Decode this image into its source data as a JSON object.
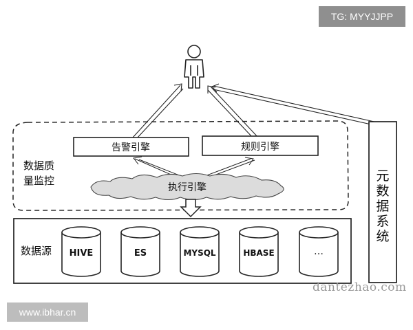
{
  "watermarks": {
    "tg": "TG: MYYJJPP",
    "site": "www.ibhar.cn",
    "author": "dantezhao.com"
  },
  "quality_monitor": {
    "label_line1": "数据质",
    "label_line2": "量监控",
    "alert_engine": "告警引擎",
    "rule_engine": "规则引擎",
    "exec_engine": "执行引擎"
  },
  "data_sources": {
    "label": "数据源",
    "items": [
      "HIVE",
      "ES",
      "MYSQL",
      "HBASE",
      "…"
    ]
  },
  "metadata_system": {
    "chars": [
      "元",
      "数",
      "据",
      "系",
      "统"
    ]
  },
  "colors": {
    "stroke": "#222222",
    "cloud": "#dcdcdc",
    "watermark_dark": "#8f8f8f",
    "watermark_light": "#bdbdbd"
  }
}
